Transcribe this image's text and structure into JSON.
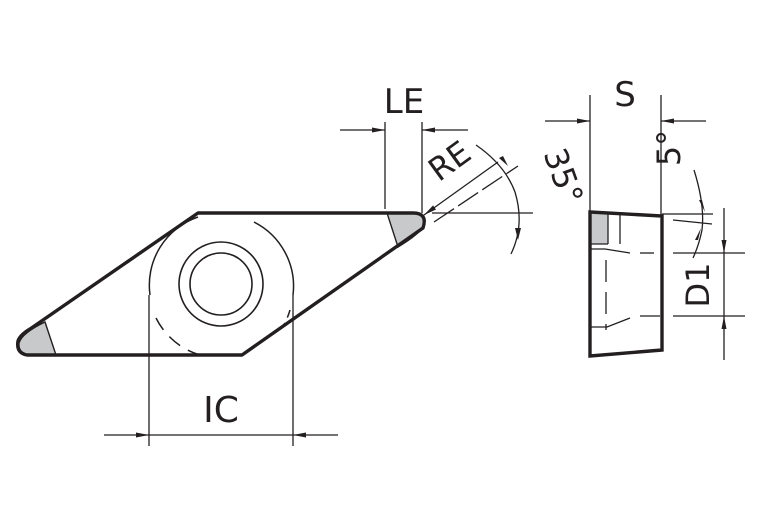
{
  "diagram": {
    "title": "Indexable insert dimension drawing (rhombic 35°)",
    "colors": {
      "outline": "#231f20",
      "cutting_corner_fill": "#c8c9cb",
      "background": "#ffffff"
    },
    "labels": {
      "le": "LE",
      "re": "RE",
      "angle_35": "35°",
      "ic": "IC",
      "s": "S",
      "angle_5": "5°",
      "d1": "D1"
    },
    "views": {
      "top_view": "Top view of rhombic insert with inscribed circle and center hole",
      "side_view": "Side view showing thickness S, hole diameter D1 and 5° clearance angle"
    }
  }
}
